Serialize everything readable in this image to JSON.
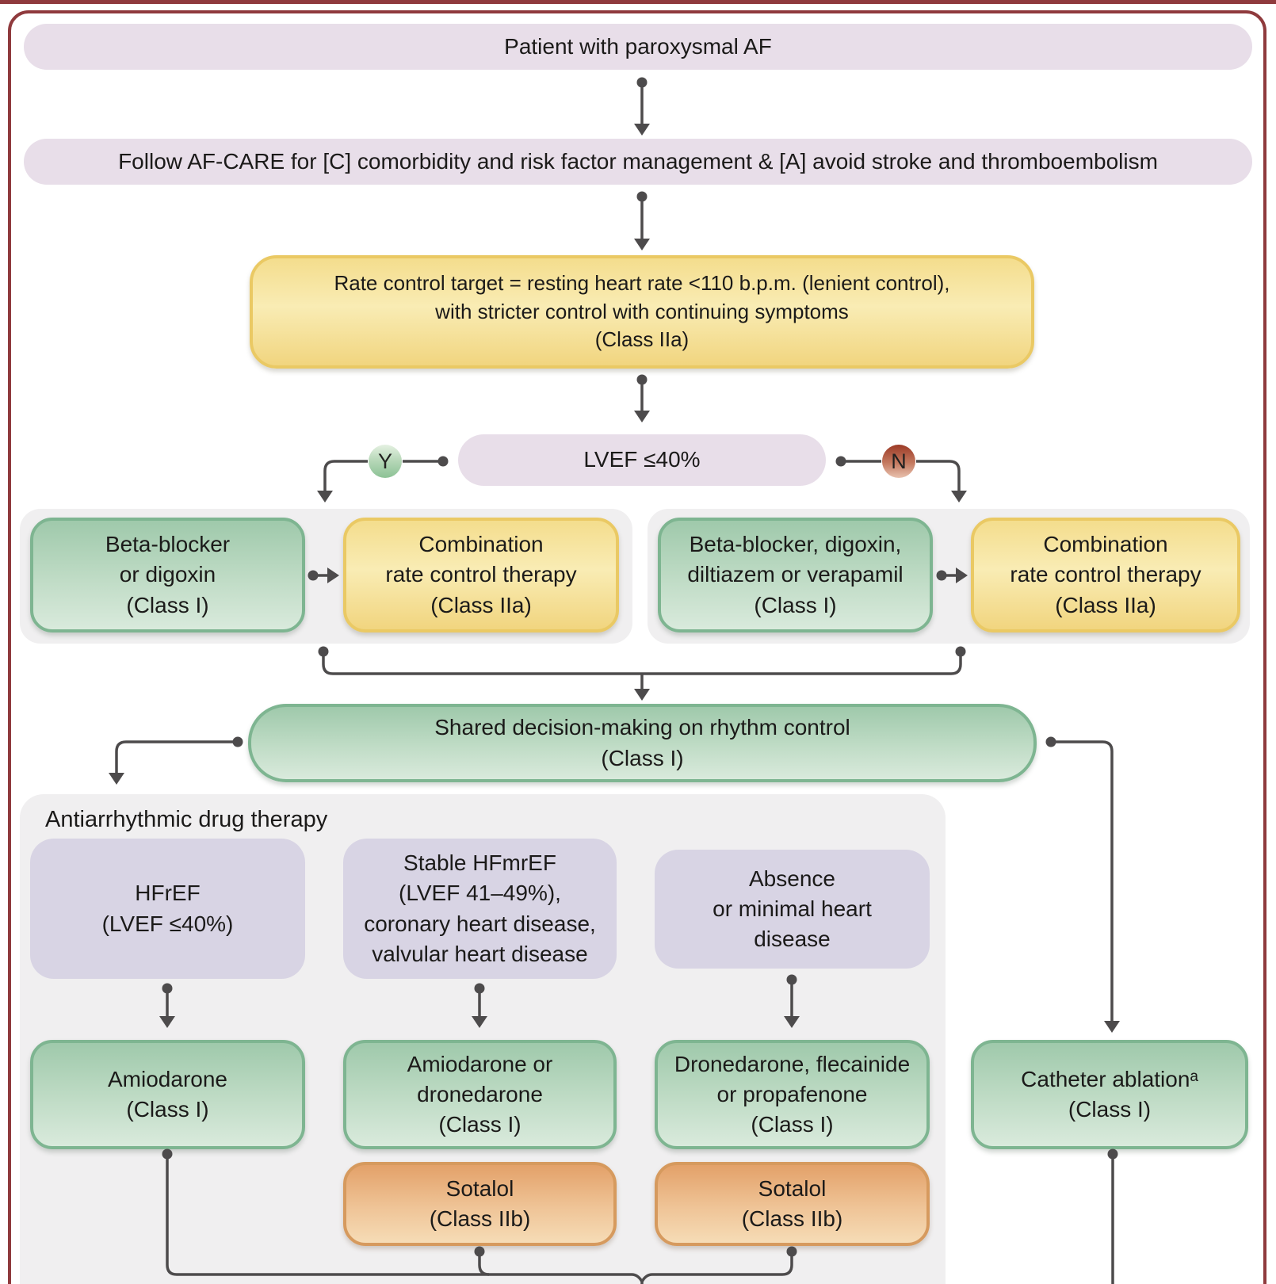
{
  "header": {
    "box1": "Patient with paroxysmal AF",
    "box2": "Follow AF-CARE for [C] comorbidity and risk factor management & [A] avoid stroke and thromboembolism"
  },
  "rate_control": {
    "target": "Rate control target = resting heart rate <110 b.p.m. (lenient control),\nwith stricter control with continuing symptoms\n(Class IIa)",
    "decision": "LVEF ≤40%",
    "yes_label": "Y",
    "no_label": "N",
    "lvef_low": {
      "first_line_drugs": "Beta-blocker\nor digoxin\n(Class I)",
      "combination": "Combination\nrate control therapy\n(Class IIa)"
    },
    "lvef_preserved": {
      "first_line_drugs": "Beta-blocker, digoxin,\ndiltiazem or verapamil\n(Class I)",
      "combination": "Combination\nrate control therapy\n(Class IIa)"
    }
  },
  "shared_decision": "Shared decision-making on rhythm control\n(Class I)",
  "aad": {
    "title": "Antiarrhythmic drug therapy",
    "columns": [
      {
        "condition": "HFrEF\n(LVEF ≤40%)",
        "therapy": "Amiodarone\n(Class I)"
      },
      {
        "condition": "Stable HFmrEF\n(LVEF 41–49%),\ncoronary heart disease,\nvalvular heart disease",
        "therapy": "Amiodarone or\ndronedarone\n(Class I)",
        "alternative": "Sotalol\n(Class IIb)"
      },
      {
        "condition": "Absence\nor minimal heart\ndisease",
        "therapy": "Dronedarone, flecainide\nor propafenone\n(Class I)",
        "alternative": "Sotalol\n(Class IIb)"
      }
    ]
  },
  "ablation": "Catheter ablationᵃ\n(Class I)",
  "palette": {
    "frame": "#8f3a3d",
    "lavender_box": "#e8dee9",
    "yellow_box": "#f7e49c",
    "yellow_border": "#eac964",
    "green_box": "#a6ceb1",
    "green_border": "#7eb591",
    "purple_box": "#d8d4e4",
    "orange_box": "#eeb97f",
    "orange_border": "#d69a5e",
    "panel_gray": "#f0eff0",
    "connector": "#4d4b4c",
    "yes_badge": "#9fcca7",
    "no_badge": "#a84a33"
  }
}
